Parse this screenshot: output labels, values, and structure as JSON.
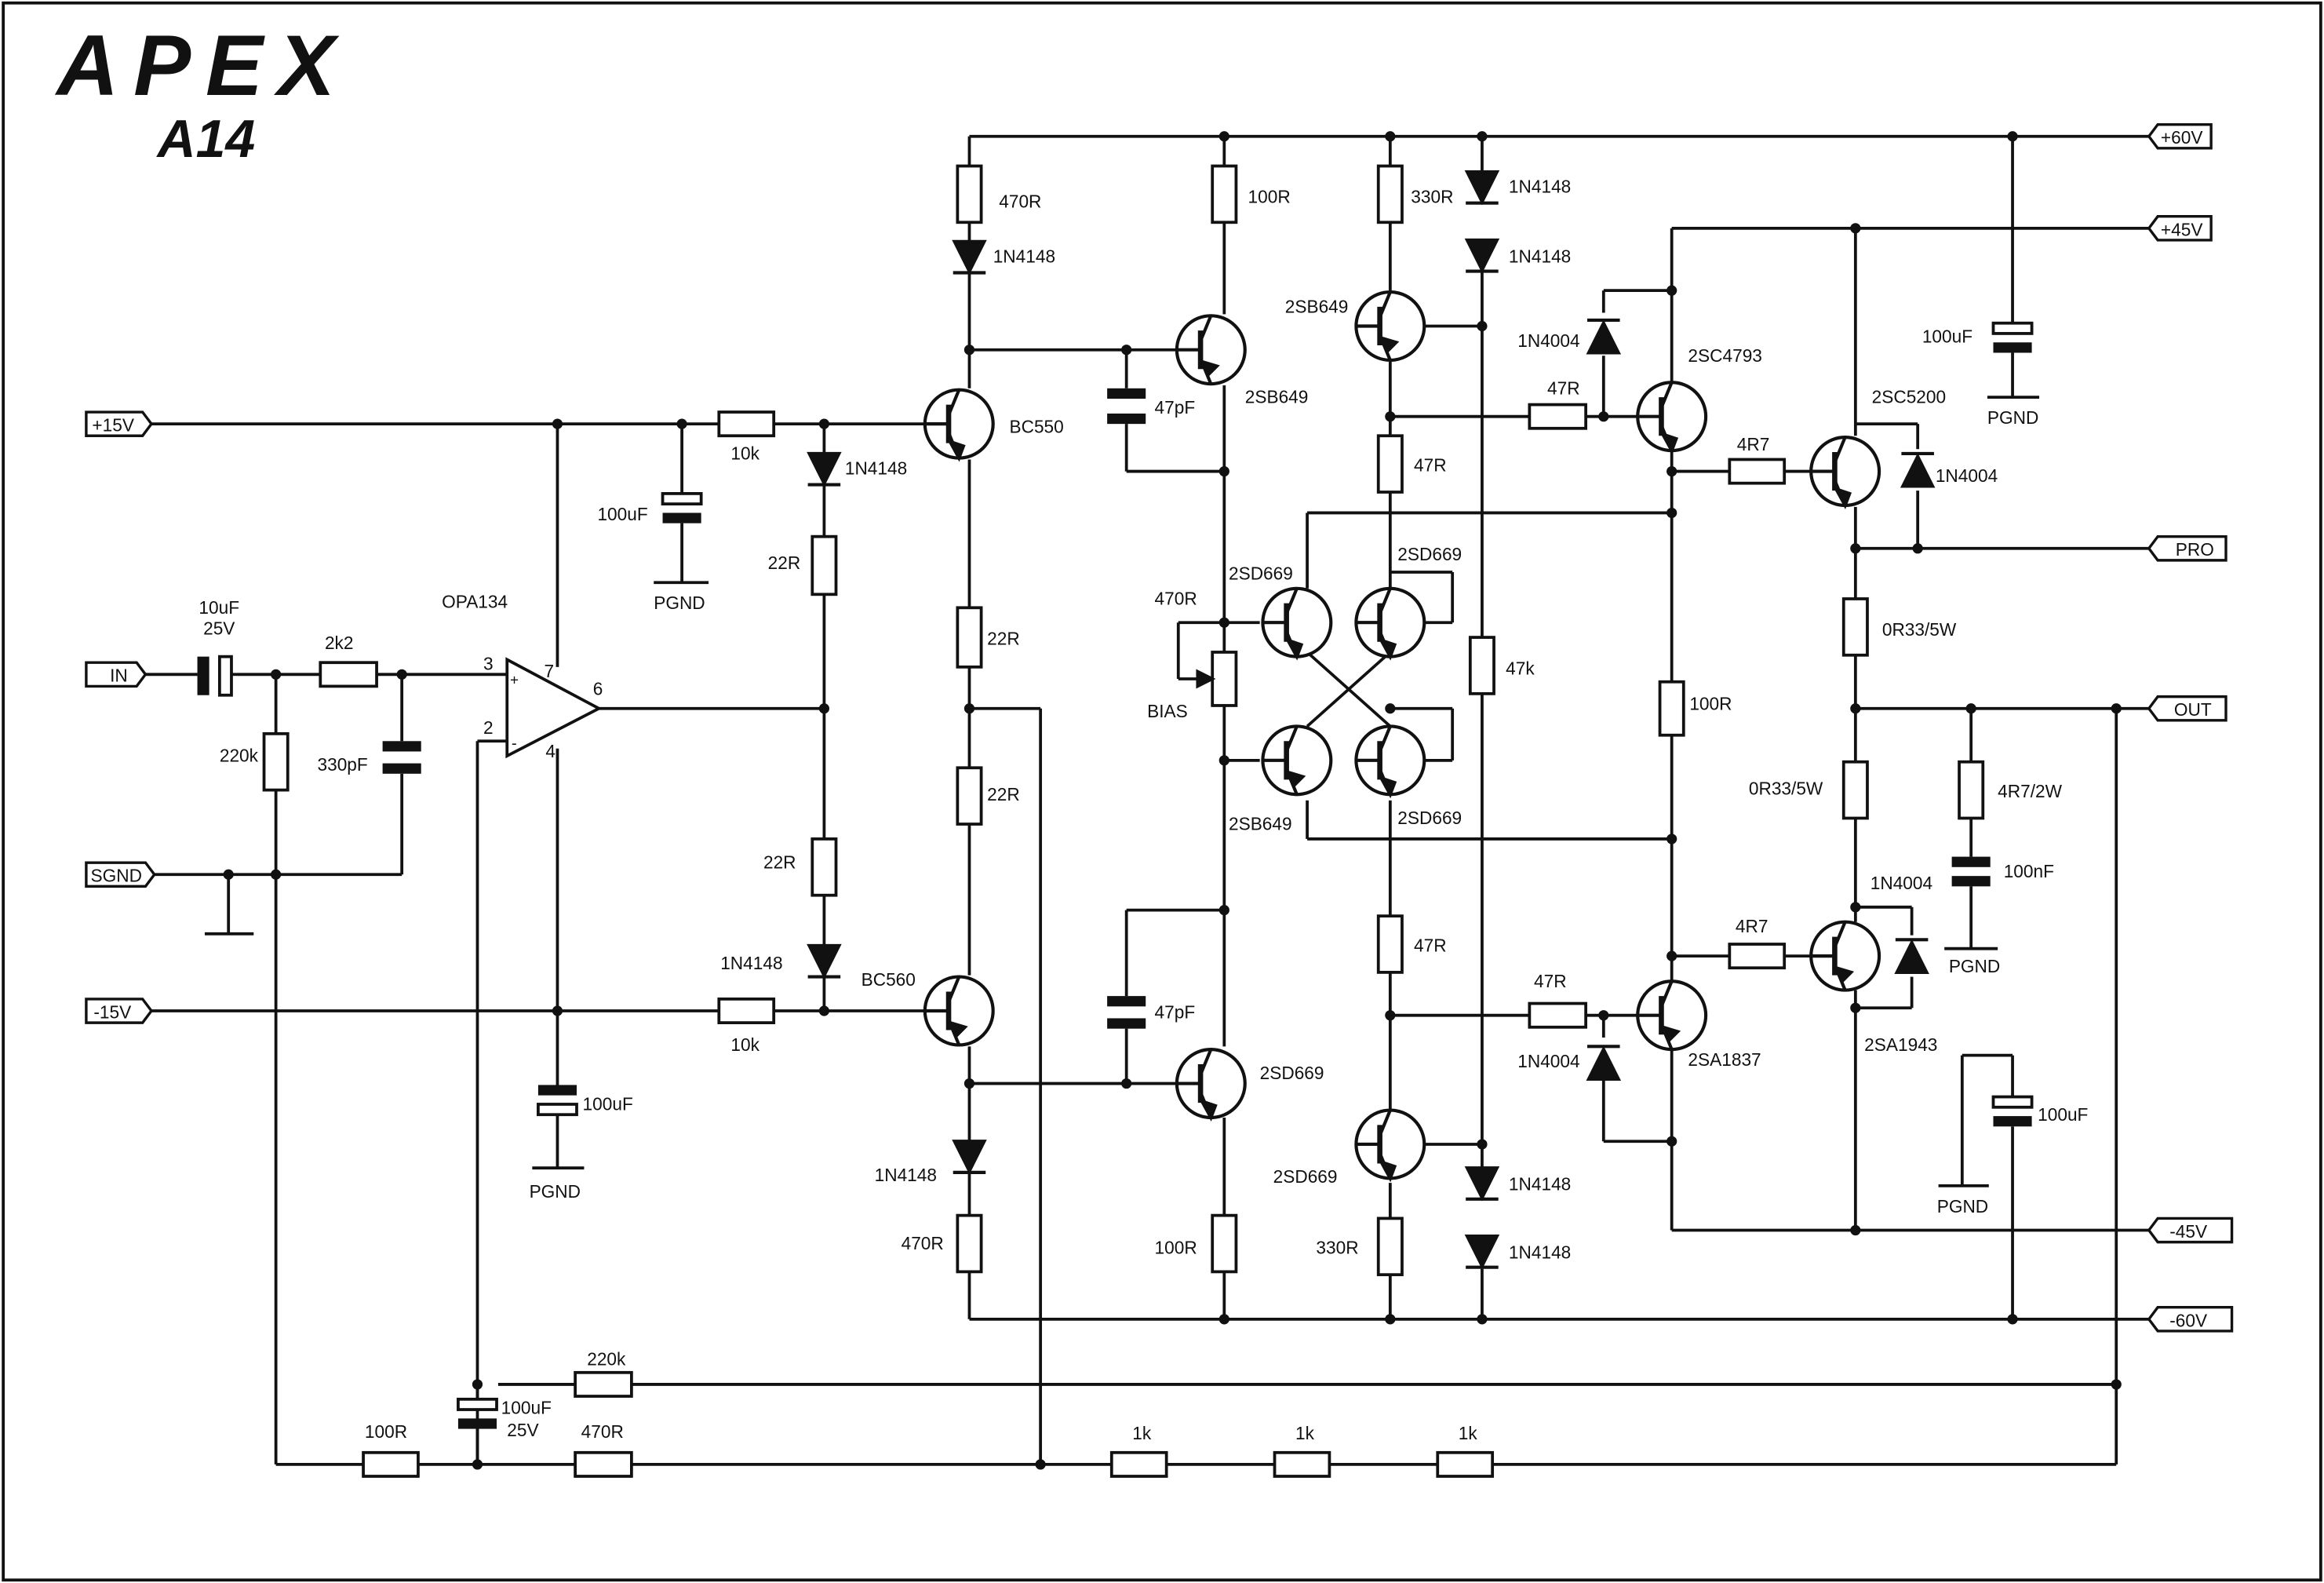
{
  "brand": {
    "logo_text": "APEX",
    "model": "A14"
  },
  "ports": {
    "p15v": "+15V",
    "in": "IN",
    "sgnd": "SGND",
    "m15v": "-15V",
    "p60v": "+60V",
    "p45v": "+45V",
    "pro": "PRO",
    "out": "OUT",
    "m45v": "-45V",
    "m60v": "-60V"
  },
  "labels": {
    "opamp": "OPA134",
    "pin3": "3",
    "pin2": "2",
    "pin7": "7",
    "pin4": "4",
    "pin6": "6",
    "plus": "+",
    "minus": "-",
    "c_in_val": "10uF",
    "c_in_v": "25V",
    "r_2k2": "2k2",
    "r_220k_in": "220k",
    "c_330pf": "330pF",
    "r_10k_top": "10k",
    "c_100uf_top": "100uF",
    "pgnd_top": "PGND",
    "d_top_1n4148": "1N4148",
    "r_22r_a": "22R",
    "r_22r_b": "22R",
    "d_bot_1n4148": "1N4148",
    "r_10k_bot": "10k",
    "c_100uf_bot": "100uF",
    "pgnd_bot": "PGND",
    "r_470r_top": "470R",
    "d_1n4148_top2": "1N4148",
    "q_bc550": "BC550",
    "r_22r_c": "22R",
    "r_22r_d": "22R",
    "q_bc560": "BC560",
    "d_1n4148_bot2": "1N4148",
    "r_470r_bot": "470R",
    "r_100r_top": "100R",
    "q_2sb649_top": "2SB649",
    "c_47pf_top": "47pF",
    "c_47pf_bot": "47pF",
    "q_2sd669_bot": "2SD669",
    "r_100r_bot": "100R",
    "r_470r_bias": "470R",
    "bias": "BIAS",
    "q_2sd669_a": "2SD669",
    "q_2sd669_b": "2SD669",
    "q_2sb649_c": "2SB649",
    "q_2sd669_d": "2SD669",
    "r_330r_top": "330R",
    "d_1n4148_a": "1N4148",
    "d_1n4148_b": "1N4148",
    "q_2sb649_drv": "2SB649",
    "r_47r_a": "47R",
    "r_47k": "47k",
    "r_47r_b": "47R",
    "q_2sd669_drv": "2SD669",
    "r_330r_bot": "330R",
    "d_1n4148_c": "1N4148",
    "d_1n4148_d": "1N4148",
    "d_1n4004_a": "1N4004",
    "r_47r_c": "47R",
    "q_2sc4793": "2SC4793",
    "r_100r_mid": "100R",
    "d_1n4004_b": "1N4004",
    "r_47r_d": "47R",
    "q_2sa1837": "2SA1837",
    "r_4r7_a": "4R7",
    "q_2sc5200": "2SC5200",
    "d_1n4004_c": "1N4004",
    "r_0r33_a": "0R33/5W",
    "r_0r33_b": "0R33/5W",
    "r_4r7_b": "4R7",
    "q_2sa1943": "2SA1943",
    "d_1n4004_d": "1N4004",
    "c_100uf_r1": "100uF",
    "pgnd_r1": "PGND",
    "r_4r7_2w": "4R7/2W",
    "c_100nf": "100nF",
    "pgnd_r2": "PGND",
    "c_100uf_r2": "100uF",
    "pgnd_r3": "PGND",
    "r_220k_fb": "220k",
    "c_fb_val": "100uF",
    "c_fb_v": "25V",
    "r_100r_fb": "100R",
    "r_470r_fb": "470R",
    "r_1k_a": "1k",
    "r_1k_b": "1k",
    "r_1k_c": "1k"
  }
}
